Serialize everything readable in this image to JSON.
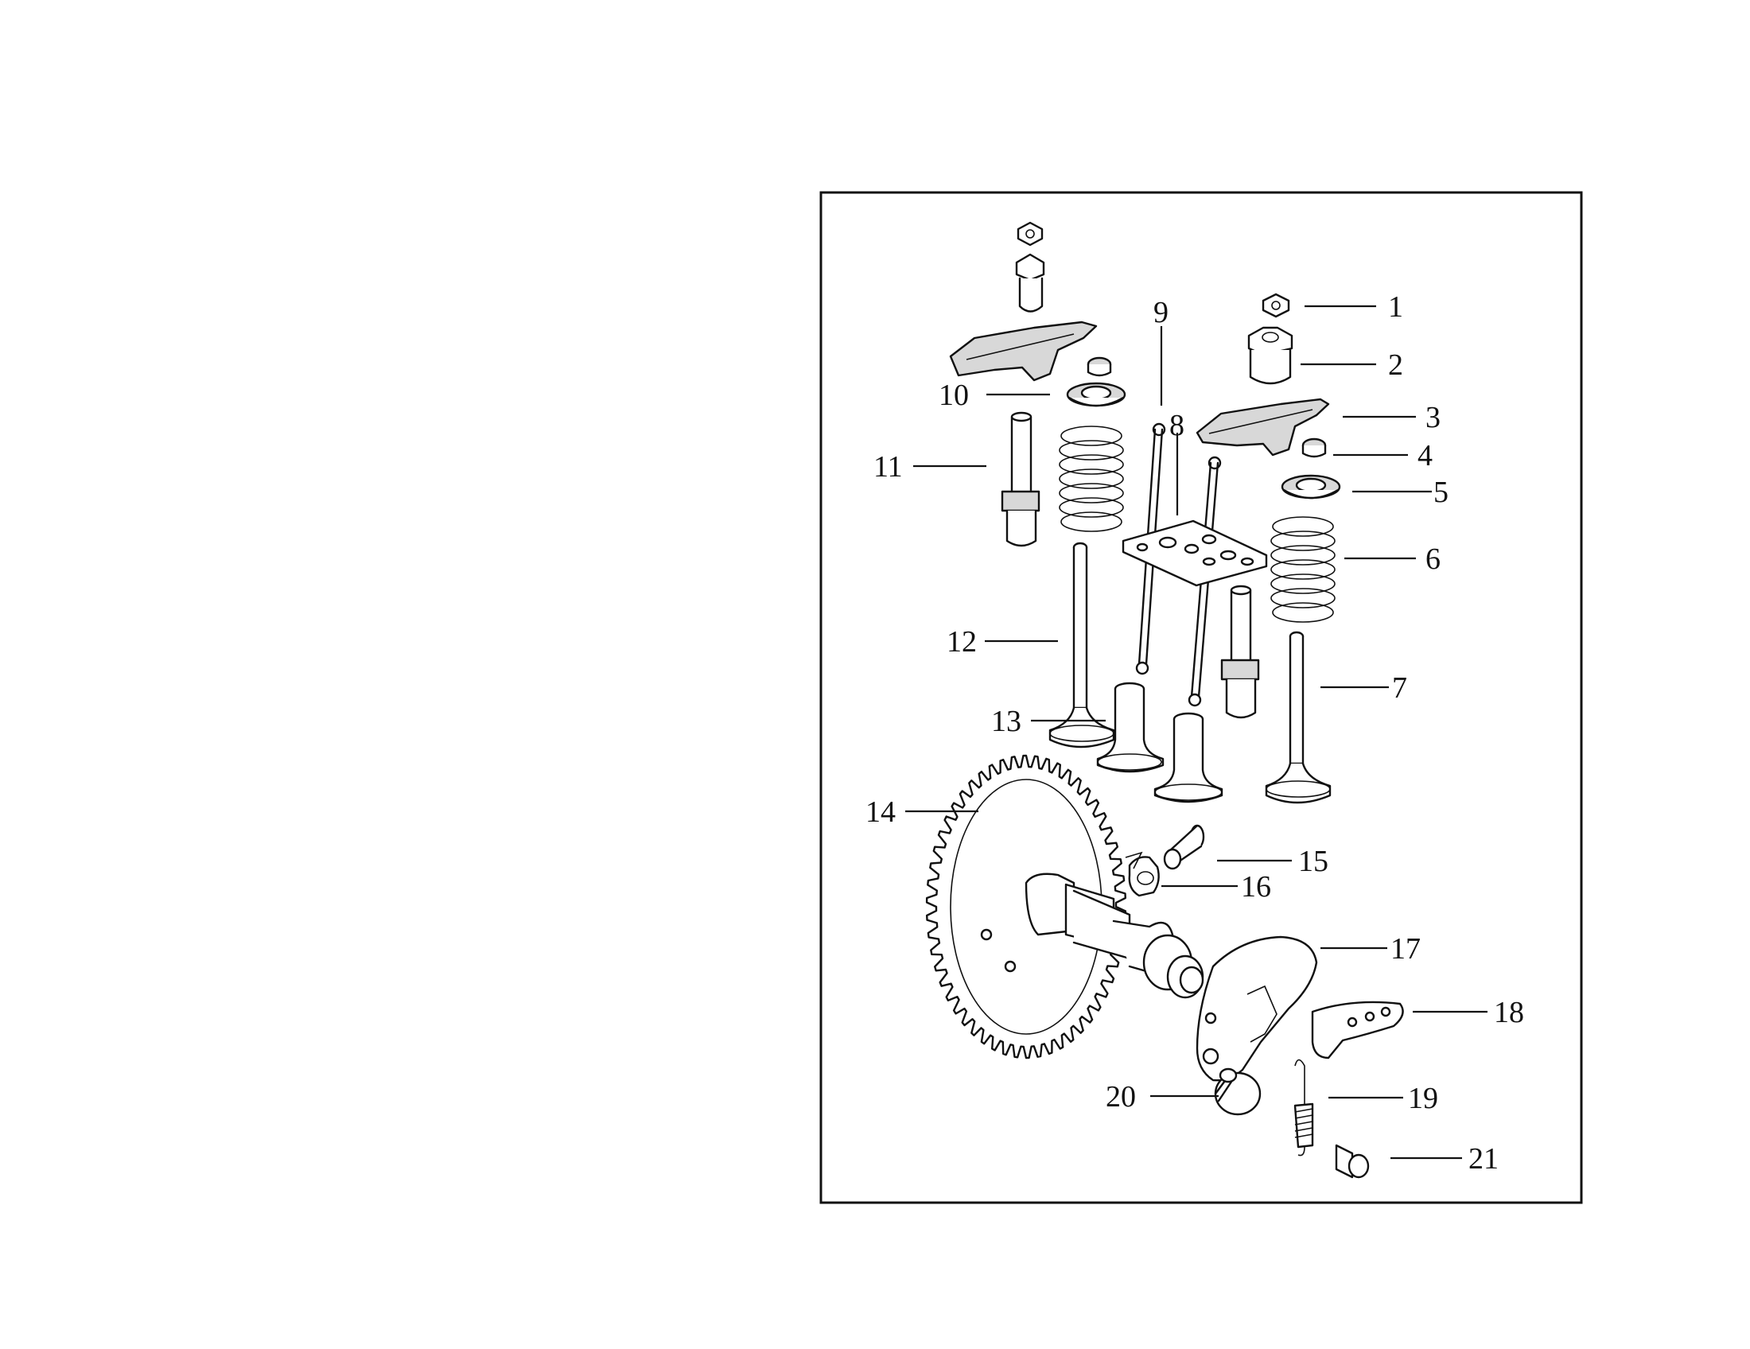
{
  "diagram": {
    "callouts": [
      {
        "id": "callout-1",
        "text": "1"
      },
      {
        "id": "callout-2",
        "text": "2"
      },
      {
        "id": "callout-3",
        "text": "3"
      },
      {
        "id": "callout-4",
        "text": "4"
      },
      {
        "id": "callout-5",
        "text": "5"
      },
      {
        "id": "callout-6",
        "text": "6"
      },
      {
        "id": "callout-7",
        "text": "7"
      },
      {
        "id": "callout-8",
        "text": "8"
      },
      {
        "id": "callout-9",
        "text": "9"
      },
      {
        "id": "callout-10",
        "text": "10"
      },
      {
        "id": "callout-11",
        "text": "11"
      },
      {
        "id": "callout-12",
        "text": "12"
      },
      {
        "id": "callout-13",
        "text": "13"
      },
      {
        "id": "callout-14",
        "text": "14"
      },
      {
        "id": "callout-15",
        "text": "15"
      },
      {
        "id": "callout-16",
        "text": "16"
      },
      {
        "id": "callout-17",
        "text": "17"
      },
      {
        "id": "callout-18",
        "text": "18"
      },
      {
        "id": "callout-19",
        "text": "19"
      },
      {
        "id": "callout-20",
        "text": "20"
      },
      {
        "id": "callout-21",
        "text": "21"
      }
    ],
    "colors": {
      "line": "#111111",
      "paper": "#ffffff",
      "shade": "#d8d8d8"
    }
  }
}
